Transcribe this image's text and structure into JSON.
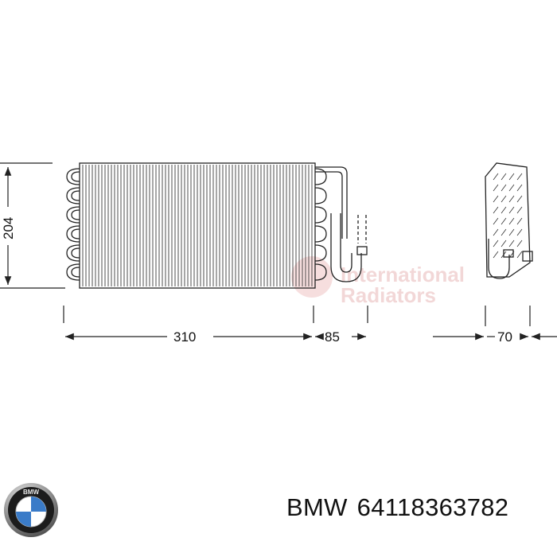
{
  "dimensions": {
    "height": "204",
    "length": "310",
    "pipe_offset": "85",
    "depth": "70"
  },
  "watermark": {
    "line1": "International",
    "line2": "Radiators"
  },
  "caption": {
    "brand": "BMW",
    "part_number": "64118363782"
  },
  "logo": {
    "text": "BMW"
  },
  "colors": {
    "line": "#222222",
    "watermark": "#e8b8b8"
  }
}
